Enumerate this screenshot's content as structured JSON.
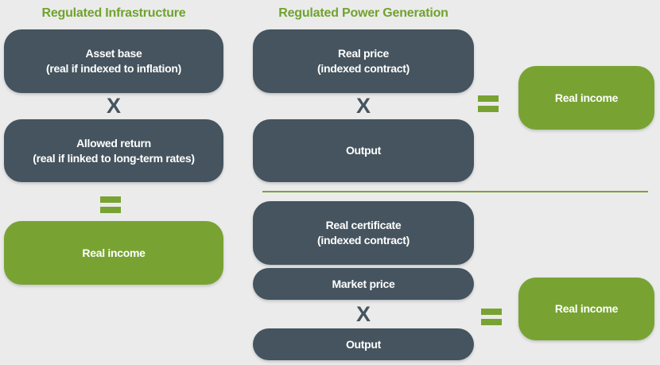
{
  "colors": {
    "background": "#ebebeb",
    "box_dark": "#45545e",
    "box_green": "#78a332",
    "heading_green": "#70a32d",
    "divider_green": "#7aa436",
    "box_text": "#ffffff"
  },
  "headings": {
    "left": "Regulated Infrastructure",
    "middle": "Regulated Power Generation"
  },
  "operators": {
    "multiply": "X",
    "equals": "="
  },
  "left_column": {
    "asset_base": {
      "line1": "Asset base",
      "line2": "(real if indexed to inflation)"
    },
    "allowed_return": {
      "line1": "Allowed return",
      "line2": "(real if linked to long-term rates)"
    },
    "real_income": "Real income"
  },
  "middle_top": {
    "real_price": {
      "line1": "Real price",
      "line2": "(indexed contract)"
    },
    "output": "Output"
  },
  "middle_bottom": {
    "real_certificate": {
      "line1": "Real certificate",
      "line2": "(indexed contract)"
    },
    "market_price": "Market price",
    "output": "Output"
  },
  "right_column": {
    "real_income_top": "Real income",
    "real_income_bottom": "Real income"
  }
}
